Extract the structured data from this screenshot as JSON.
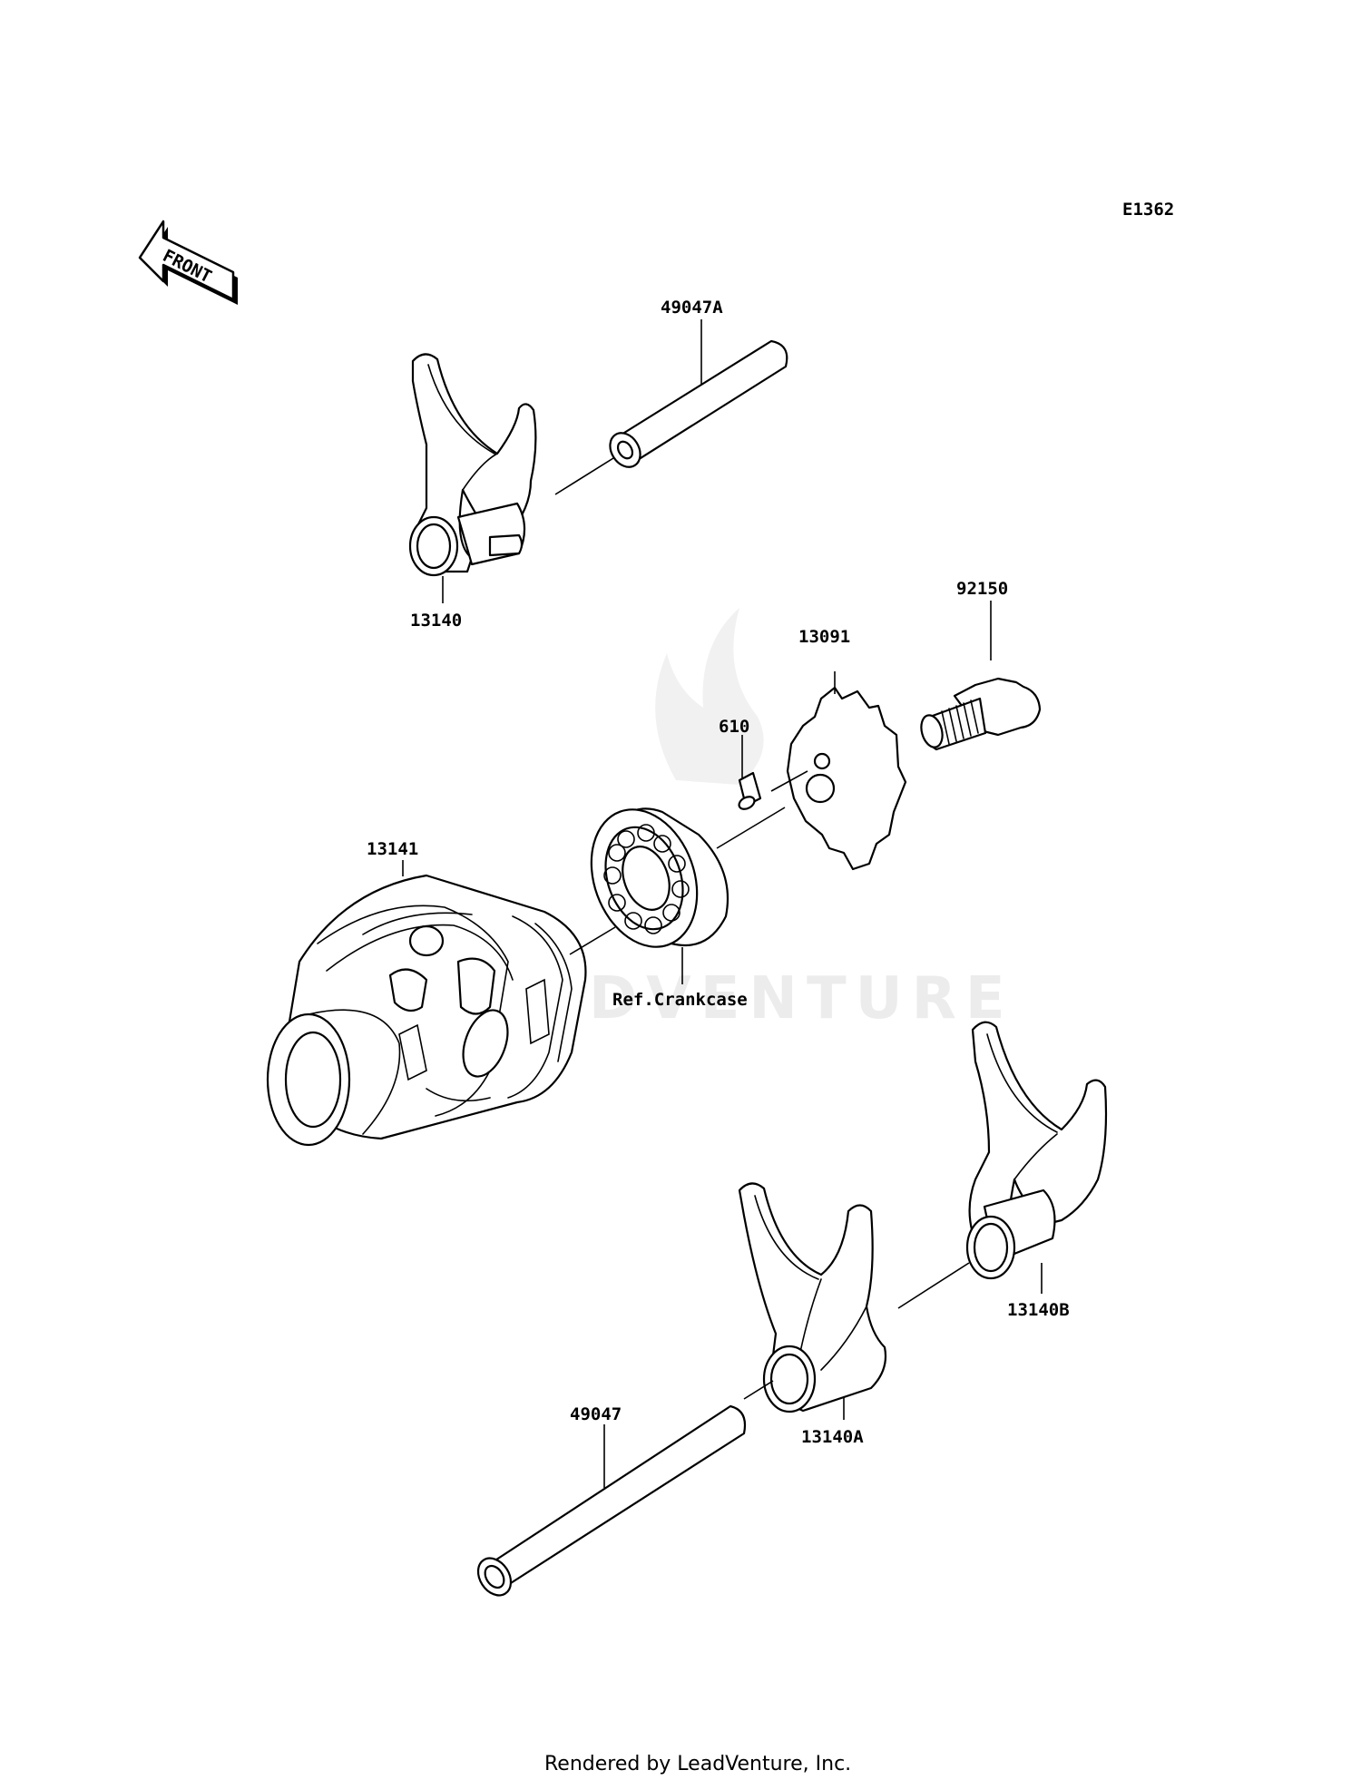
{
  "diagram_code": "E1362",
  "front_label": "FRONT",
  "watermark": "LEADVENTURE",
  "footer": "Rendered by LeadVenture, Inc.",
  "parts": {
    "p49047A": "49047A",
    "p13140": "13140",
    "p92150": "92150",
    "p13091": "13091",
    "p610": "610",
    "p13141": "13141",
    "ref_crankcase": "Ref.Crankcase",
    "p13140B": "13140B",
    "p49047": "49047",
    "p13140A": "13140A"
  }
}
